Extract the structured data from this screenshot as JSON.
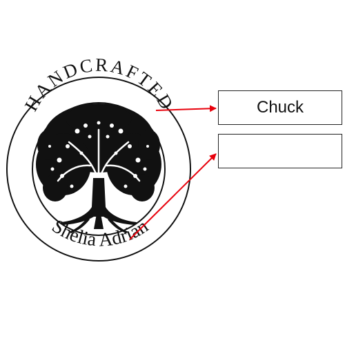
{
  "seal": {
    "arc_top_text": "HANDCRAFTED",
    "arc_bottom_text": "Shelia Adrian",
    "emblem_icon": "tree-of-life-icon"
  },
  "fields": [
    {
      "value": "Chuck"
    },
    {
      "value": ""
    }
  ],
  "colors": {
    "arrow": "#e8000b",
    "ink": "#111111",
    "box_border": "#222222"
  }
}
